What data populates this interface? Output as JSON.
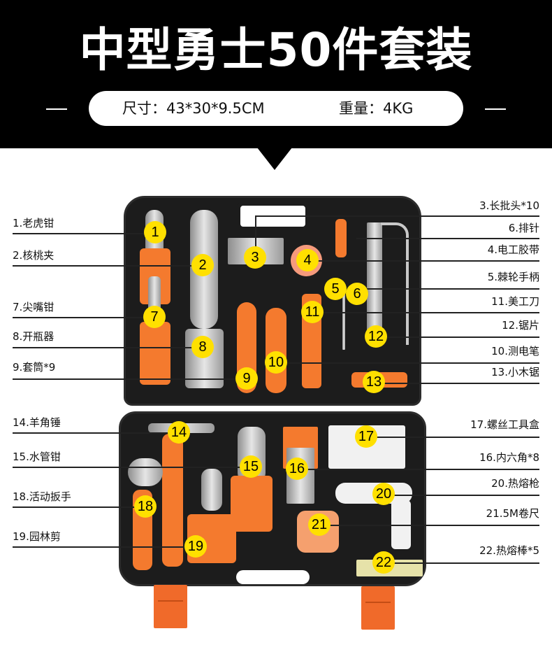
{
  "header": {
    "title": "中型勇士50件套装",
    "size_label": "尺寸：43*30*9.5CM",
    "weight_label": "重量：4KG"
  },
  "colors": {
    "header_bg": "#000000",
    "badge": "#ffe000",
    "case": "#1c1c1c",
    "accent_orange": "#f47a2e"
  },
  "labels_left": [
    {
      "num": "1",
      "text": "1.老虎钳"
    },
    {
      "num": "2",
      "text": "2.核桃夹"
    },
    {
      "num": "7",
      "text": "7.尖嘴钳"
    },
    {
      "num": "8",
      "text": "8.开瓶器"
    },
    {
      "num": "9",
      "text": "9.套筒*9"
    },
    {
      "num": "14",
      "text": "14.羊角锤"
    },
    {
      "num": "15",
      "text": "15.水管钳"
    },
    {
      "num": "18",
      "text": "18.活动扳手"
    },
    {
      "num": "19",
      "text": "19.园林剪"
    }
  ],
  "labels_right": [
    {
      "num": "3",
      "text": "3.长批头*10"
    },
    {
      "num": "6",
      "text": "6.排针"
    },
    {
      "num": "4",
      "text": "4.电工胶带"
    },
    {
      "num": "5",
      "text": "5.棘轮手柄"
    },
    {
      "num": "11",
      "text": "11.美工刀"
    },
    {
      "num": "12",
      "text": "12.锯片"
    },
    {
      "num": "10",
      "text": "10.测电笔"
    },
    {
      "num": "13",
      "text": "13.小木锯"
    },
    {
      "num": "17",
      "text": "17.螺丝工具盒"
    },
    {
      "num": "16",
      "text": "16.内六角*8"
    },
    {
      "num": "20",
      "text": "20.热熔枪"
    },
    {
      "num": "21",
      "text": "21.5M卷尺"
    },
    {
      "num": "22",
      "text": "22.热熔棒*5"
    }
  ],
  "badges": [
    "1",
    "2",
    "3",
    "4",
    "5",
    "6",
    "7",
    "8",
    "9",
    "10",
    "11",
    "12",
    "13",
    "14",
    "15",
    "16",
    "17",
    "18",
    "19",
    "20",
    "21",
    "22"
  ]
}
